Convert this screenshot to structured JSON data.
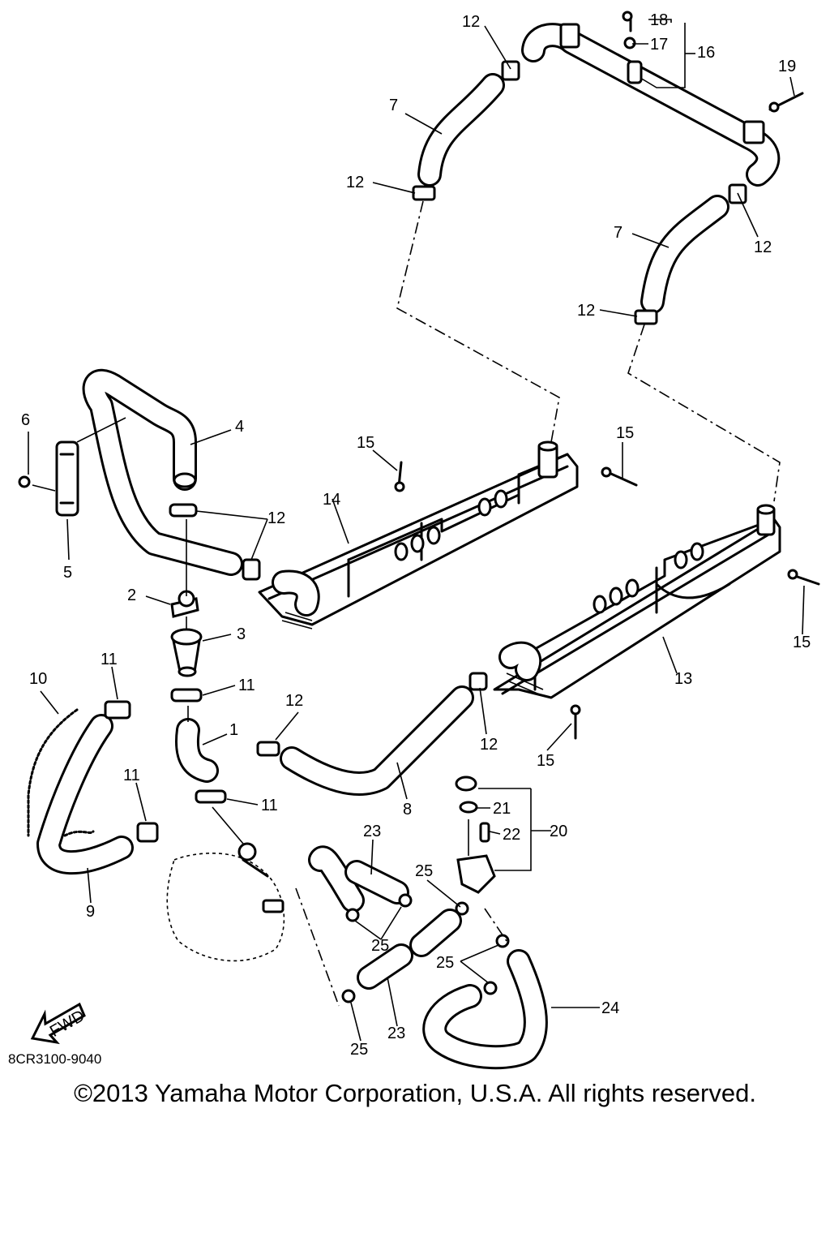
{
  "diagram": {
    "callouts": {
      "c1": "1",
      "c2": "2",
      "c3": "3",
      "c4": "4",
      "c5": "5",
      "c6": "6",
      "c7": "7",
      "c8": "8",
      "c9": "9",
      "c10": "10",
      "c11": "11",
      "c12": "12",
      "c13": "13",
      "c14": "14",
      "c15": "15",
      "c16": "16",
      "c17": "17",
      "c18": "18",
      "c19": "19",
      "c20": "20",
      "c21": "21",
      "c22": "22",
      "c23": "23",
      "c24": "24",
      "c25": "25"
    },
    "fwd_label": "FWD",
    "drawing_code": "8CR3100-9040"
  },
  "footer": {
    "copyright": "©2013 Yamaha Motor Corporation, U.S.A. All rights reserved."
  }
}
